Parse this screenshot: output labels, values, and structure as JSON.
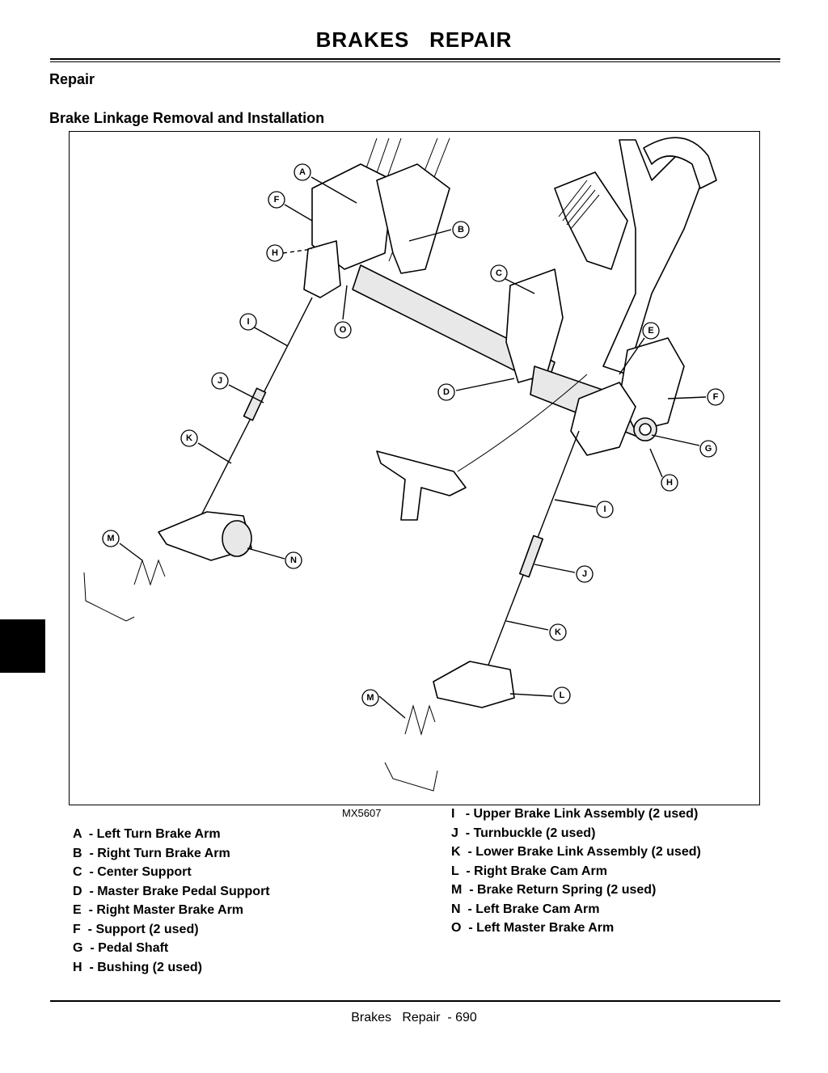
{
  "header": {
    "title": "BRAKES   REPAIR"
  },
  "section": {
    "heading": "Repair",
    "subheading": "Brake Linkage Removal and Installation"
  },
  "figure": {
    "code": "MX5607",
    "callouts": [
      "A",
      "F",
      "H",
      "I",
      "O",
      "J",
      "K",
      "M",
      "N",
      "B",
      "C",
      "D",
      "E",
      "F",
      "G",
      "H",
      "I",
      "J",
      "K",
      "L",
      "M"
    ]
  },
  "legend": {
    "left": [
      "A  - Left Turn Brake Arm",
      "B  - Right Turn Brake Arm",
      "C  - Center Support",
      "D  - Master Brake Pedal Support",
      "E  - Right Master Brake Arm",
      "F  - Support (2 used)",
      "G  - Pedal Shaft",
      "H  - Bushing (2 used)"
    ],
    "right": [
      "I   - Upper Brake Link Assembly (2 used)",
      "J  - Turnbuckle (2 used)",
      "K  - Lower Brake Link Assembly (2 used)",
      "L  - Right Brake Cam Arm",
      "M  - Brake Return Spring (2 used)",
      "N  - Left Brake Cam Arm",
      "O  - Left Master Brake Arm"
    ]
  },
  "footer": {
    "text": "Brakes   Repair  - 690"
  }
}
